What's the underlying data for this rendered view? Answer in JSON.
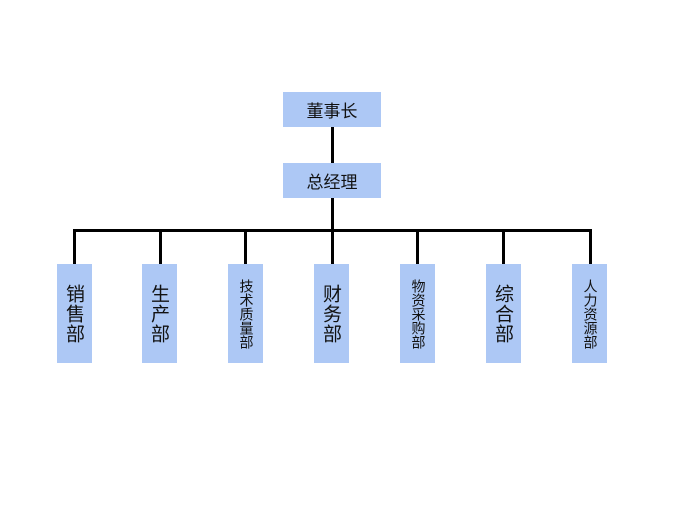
{
  "chairman": "董事长",
  "general_manager": "总经理",
  "departments": [
    "销售部",
    "生产部",
    "技术质量部",
    "财务部",
    "物资采购部",
    "综合部",
    "人力资源部"
  ],
  "colors": {
    "box": "#adc8f5",
    "line": "#000000"
  }
}
